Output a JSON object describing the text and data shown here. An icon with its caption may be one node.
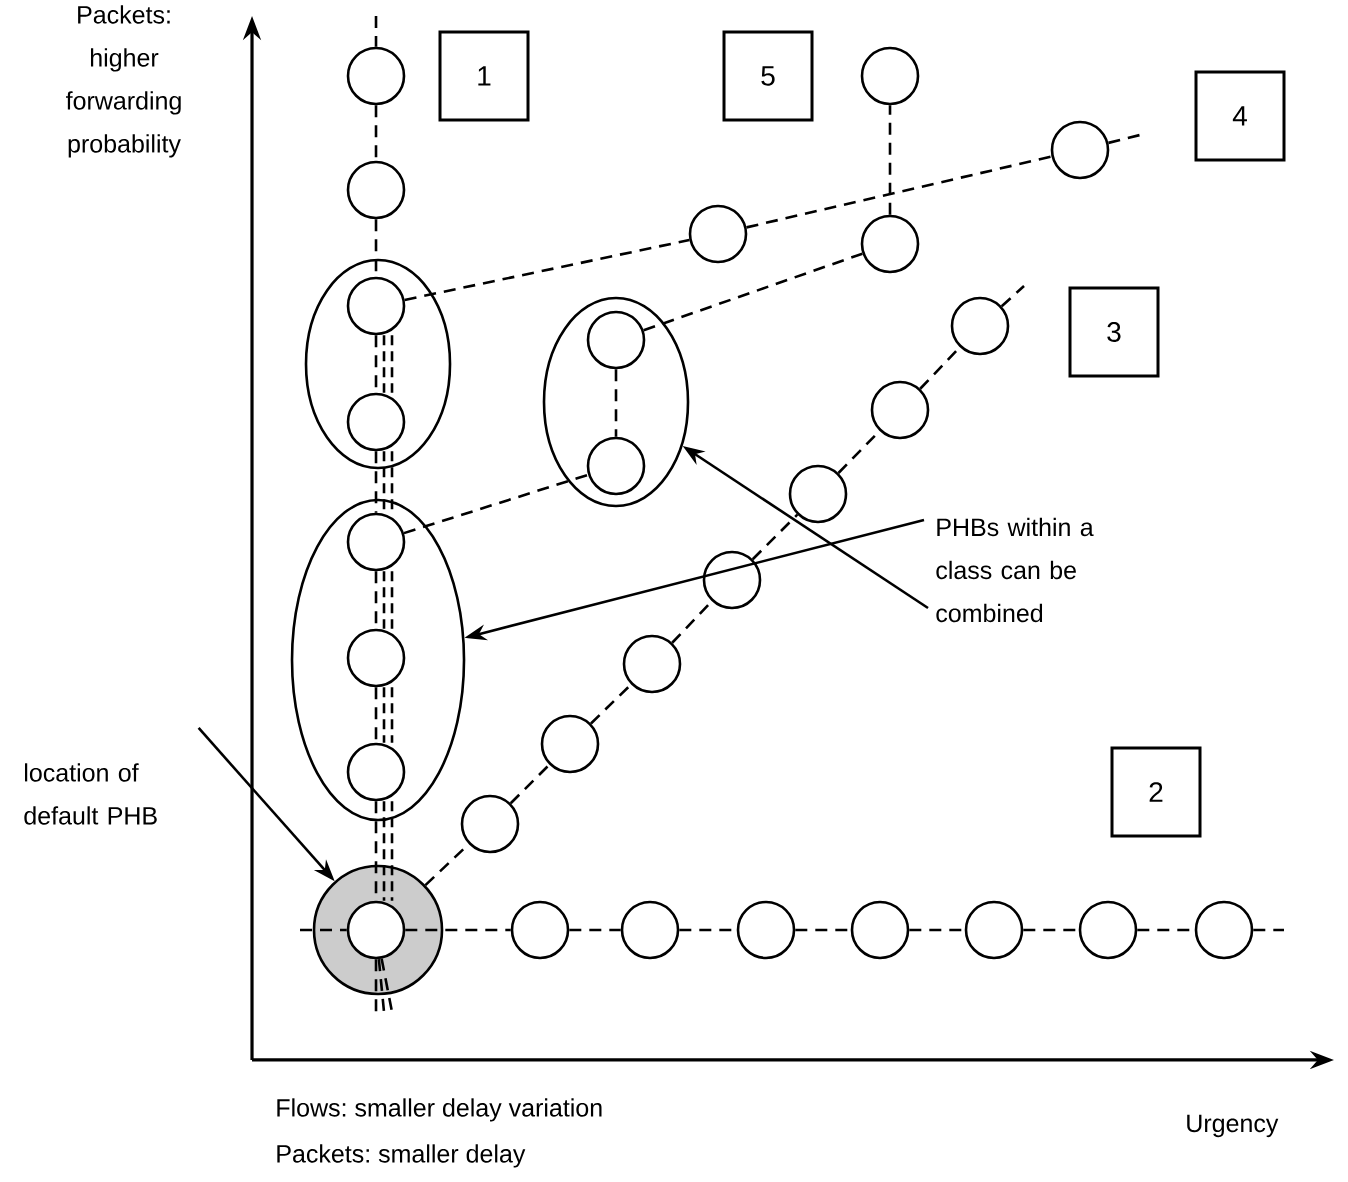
{
  "diagram": {
    "nodes": [
      {
        "text": [
          "1"
        ]
      },
      {
        "text": [
          "5"
        ]
      },
      {
        "text": [
          "4"
        ]
      },
      {
        "text": [
          "3"
        ]
      },
      {
        "text": [
          "2"
        ]
      },
      {
        "text": [
          "PHBs within a class can be combined"
        ]
      },
      {
        "text": [
          "location of default PHB"
        ]
      },
      {
        "text": [],
        "shape": "ellipse"
      },
      {
        "text": [],
        "shape": "ellipse"
      },
      {
        "text": [],
        "shape": "ellipse"
      },
      {
        "text": [],
        "shape": "circle"
      },
      {
        "text": [],
        "shape": "circle"
      },
      {
        "text": [],
        "shape": "circle"
      },
      {
        "text": [],
        "shape": "circle",
        "in": 7
      },
      {
        "text": [],
        "shape": "circle",
        "in": 7
      },
      {
        "text": [],
        "shape": "circle",
        "in": 9
      },
      {
        "text": [],
        "shape": "circle",
        "in": 9
      },
      {
        "text": [],
        "shape": "circle",
        "in": 9
      },
      {
        "text": [],
        "shape": "circle",
        "in": 10
      },
      {
        "text": [],
        "shape": "circle"
      },
      {
        "text": [],
        "shape": "circle"
      },
      {
        "text": [],
        "shape": "circle"
      },
      {
        "text": [],
        "shape": "circle"
      },
      {
        "text": [],
        "shape": "circle"
      },
      {
        "text": [],
        "shape": "circle"
      },
      {
        "text": [],
        "shape": "circle"
      },
      {
        "text": [],
        "shape": "circle"
      },
      {
        "text": [],
        "shape": "circle"
      },
      {
        "text": [],
        "shape": "circle"
      },
      {
        "text": [],
        "shape": "circle"
      },
      {
        "text": [],
        "shape": "circle"
      },
      {
        "text": [],
        "shape": "circle"
      },
      {
        "text": [],
        "shape": "circle"
      },
      {
        "text": [],
        "shape": "circle"
      },
      {
        "text": [],
        "shape": "circle"
      },
      {
        "text": [],
        "shape": "circle",
        "in": 8
      },
      {
        "text": [],
        "shape": "circle",
        "in": 8
      },
      {
        "text": [],
        "shape": "circle"
      },
      {
        "text": [],
        "shape": "circle"
      }
    ],
    "edges": [
      {
        "from": null,
        "to": 11,
        "arrow": "none",
        "style": "dashed"
      },
      {
        "from": 11,
        "to": 12,
        "arrow": "none",
        "style": "dashed"
      },
      {
        "from": 12,
        "to": 13,
        "arrow": "none",
        "style": "dashed"
      },
      {
        "from": 13,
        "to": 14,
        "arrow": "none",
        "style": "dashed"
      },
      {
        "from": 14,
        "to": 15,
        "arrow": "none",
        "style": "dashed"
      },
      {
        "from": 15,
        "to": 16,
        "arrow": "none",
        "style": "dashed"
      },
      {
        "from": 16,
        "to": 17,
        "arrow": "none",
        "style": "dashed"
      },
      {
        "from": 17,
        "to": 18,
        "arrow": "none",
        "style": "dashed"
      },
      {
        "from": null,
        "to": 18,
        "arrow": "none",
        "style": "dashed"
      },
      {
        "from": 18,
        "to": 19,
        "arrow": "none",
        "style": "dashed"
      },
      {
        "from": 19,
        "to": 20,
        "arrow": "none",
        "style": "dashed"
      },
      {
        "from": 20,
        "to": 21,
        "arrow": "none",
        "style": "dashed"
      },
      {
        "from": 21,
        "to": 22,
        "arrow": "none",
        "style": "dashed"
      },
      {
        "from": 22,
        "to": 23,
        "arrow": "none",
        "style": "dashed"
      },
      {
        "from": 23,
        "to": 24,
        "arrow": "none",
        "style": "dashed"
      },
      {
        "from": 24,
        "to": 25,
        "arrow": "none",
        "style": "dashed"
      },
      {
        "from": 25,
        "to": null,
        "arrow": "none",
        "style": "dashed"
      },
      {
        "from": 10,
        "to": 26,
        "arrow": "none",
        "style": "dashed"
      },
      {
        "from": 26,
        "to": 27,
        "arrow": "none",
        "style": "dashed"
      },
      {
        "from": 27,
        "to": 28,
        "arrow": "none",
        "style": "dashed"
      },
      {
        "from": 28,
        "to": 29,
        "arrow": "none",
        "style": "dashed"
      },
      {
        "from": 29,
        "to": 30,
        "arrow": "none",
        "style": "dashed"
      },
      {
        "from": 30,
        "to": 31,
        "arrow": "none",
        "style": "dashed"
      },
      {
        "from": 31,
        "to": 32,
        "arrow": "none",
        "style": "dashed"
      },
      {
        "from": 32,
        "to": null,
        "arrow": "none",
        "style": "dashed"
      },
      {
        "from": 13,
        "to": 33,
        "arrow": "none",
        "style": "dashed"
      },
      {
        "from": 33,
        "to": 34,
        "arrow": "none",
        "style": "dashed"
      },
      {
        "from": 34,
        "to": null,
        "arrow": "none",
        "style": "dashed"
      },
      {
        "from": 15,
        "to": 36,
        "arrow": "none",
        "style": "dashed"
      },
      {
        "from": 35,
        "to": 36,
        "arrow": "none",
        "style": "dashed"
      },
      {
        "from": 35,
        "to": 37,
        "arrow": "none",
        "style": "dashed"
      },
      {
        "from": 37,
        "to": 38,
        "arrow": "none",
        "style": "dashed"
      },
      {
        "from": 5,
        "to": 8,
        "arrow": "to"
      },
      {
        "from": 5,
        "to": 9,
        "arrow": "to"
      },
      {
        "from": 6,
        "to": 10,
        "arrow": "to"
      },
      {
        "from": 18,
        "to": null,
        "arrow": "none",
        "style": "dashed"
      },
      {
        "from": 13,
        "to": 14,
        "arrow": "none",
        "style": "dashed"
      },
      {
        "from": 13,
        "to": 14,
        "arrow": "none",
        "style": "dashed"
      },
      {
        "from": 14,
        "to": 15,
        "arrow": "none",
        "style": "dashed"
      },
      {
        "from": 14,
        "to": 15,
        "arrow": "none",
        "style": "dashed"
      },
      {
        "from": 15,
        "to": 16,
        "arrow": "none",
        "style": "dashed"
      },
      {
        "from": 15,
        "to": 16,
        "arrow": "none",
        "style": "dashed"
      },
      {
        "from": 16,
        "to": 17,
        "arrow": "none",
        "style": "dashed"
      },
      {
        "from": 16,
        "to": 17,
        "arrow": "none",
        "style": "dashed"
      },
      {
        "from": 17,
        "to": 18,
        "arrow": "none",
        "style": "dashed"
      },
      {
        "from": 17,
        "to": 18,
        "arrow": "none",
        "style": "dashed"
      },
      {
        "from": 18,
        "to": null,
        "arrow": "none",
        "style": "dashed"
      },
      {
        "from": 18,
        "to": null,
        "arrow": "none",
        "style": "dashed"
      }
    ],
    "labels": [
      "Packets: higher forwarding probability",
      "Flows: smaller delay variation",
      "Packets: smaller delay",
      "Urgency"
    ]
  }
}
